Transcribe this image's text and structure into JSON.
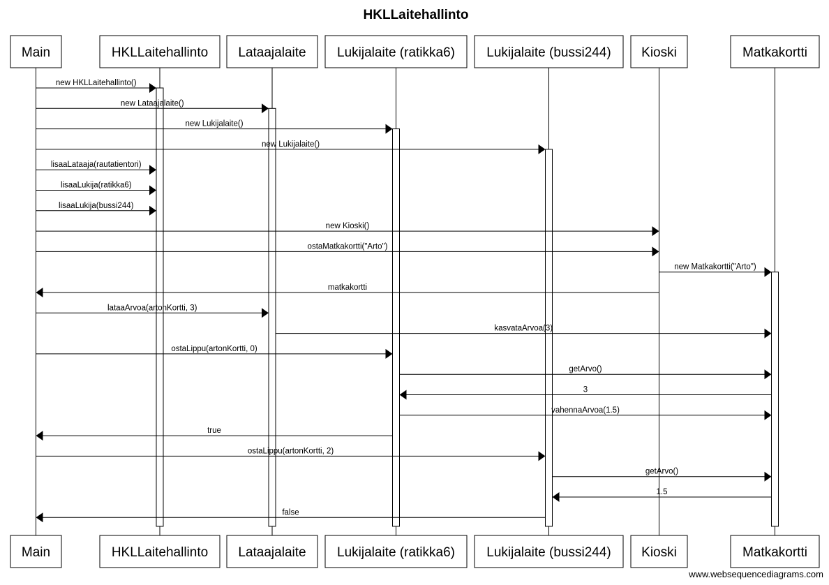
{
  "title": "HKLLaitehallinto",
  "participants": [
    {
      "id": "main",
      "label": "Main"
    },
    {
      "id": "hkl",
      "label": "HKLLaitehallinto"
    },
    {
      "id": "lataaja",
      "label": "Lataajalaite"
    },
    {
      "id": "ratikka",
      "label": "Lukijalaite (ratikka6)"
    },
    {
      "id": "bussi",
      "label": "Lukijalaite (bussi244)"
    },
    {
      "id": "kioski",
      "label": "Kioski"
    },
    {
      "id": "kortti",
      "label": "Matkakortti"
    }
  ],
  "messages": [
    {
      "from": "main",
      "to": "hkl",
      "label": "new HKLLaitehallinto()"
    },
    {
      "from": "main",
      "to": "lataaja",
      "label": "new Lataajalaite()"
    },
    {
      "from": "main",
      "to": "ratikka",
      "label": "new Lukijalaite()"
    },
    {
      "from": "main",
      "to": "bussi",
      "label": "new Lukijalaite()"
    },
    {
      "from": "main",
      "to": "hkl",
      "label": "lisaaLataaja(rautatientori)"
    },
    {
      "from": "main",
      "to": "hkl",
      "label": "lisaaLukija(ratikka6)"
    },
    {
      "from": "main",
      "to": "hkl",
      "label": "lisaaLukija(bussi244)"
    },
    {
      "from": "main",
      "to": "kioski",
      "label": "new Kioski()"
    },
    {
      "from": "main",
      "to": "kioski",
      "label": "ostaMatkakortti(\"Arto\")"
    },
    {
      "from": "kioski",
      "to": "kortti",
      "label": "new Matkakortti(\"Arto\")"
    },
    {
      "from": "kioski",
      "to": "main",
      "label": "matkakortti"
    },
    {
      "from": "main",
      "to": "lataaja",
      "label": "lataaArvoa(artonKortti, 3)"
    },
    {
      "from": "lataaja",
      "to": "kortti",
      "label": "kasvataArvoa(3)"
    },
    {
      "from": "main",
      "to": "ratikka",
      "label": "ostaLippu(artonKortti, 0)"
    },
    {
      "from": "ratikka",
      "to": "kortti",
      "label": "getArvo()"
    },
    {
      "from": "kortti",
      "to": "ratikka",
      "label": "3"
    },
    {
      "from": "ratikka",
      "to": "kortti",
      "label": "vahennaArvoa(1.5)"
    },
    {
      "from": "ratikka",
      "to": "main",
      "label": "true"
    },
    {
      "from": "main",
      "to": "bussi",
      "label": "ostaLippu(artonKortti, 2)"
    },
    {
      "from": "bussi",
      "to": "kortti",
      "label": "getArvo()"
    },
    {
      "from": "kortti",
      "to": "bussi",
      "label": "1.5"
    },
    {
      "from": "bussi",
      "to": "main",
      "label": "false"
    }
  ],
  "watermark": "www.websequencediagrams.com"
}
